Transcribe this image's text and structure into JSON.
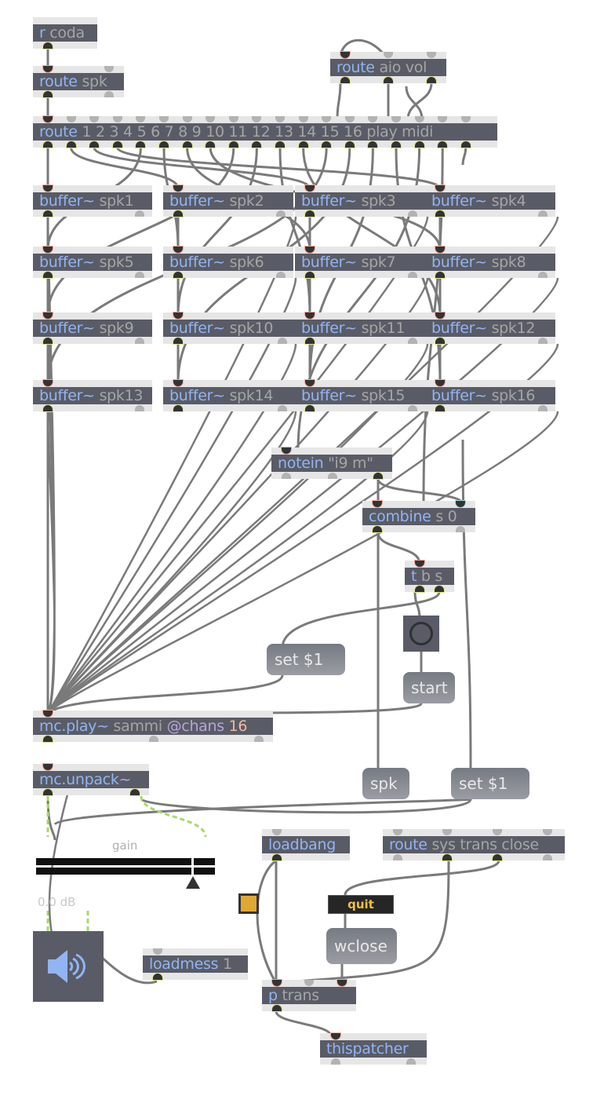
{
  "objects": {
    "r_coda": {
      "cls": "r",
      "args": "coda"
    },
    "route_spk": {
      "cls": "route",
      "args": "spk"
    },
    "route_aio": {
      "cls": "route",
      "args": "aio vol"
    },
    "route_main": {
      "cls": "route",
      "args": "1 2 3 4 5 6 7 8 9 10 11 12 13 14 15 16 play midi"
    },
    "buffers": [
      {
        "cls": "buffer~",
        "args": "spk1"
      },
      {
        "cls": "buffer~",
        "args": "spk2"
      },
      {
        "cls": "buffer~",
        "args": "spk3"
      },
      {
        "cls": "buffer~",
        "args": "spk4"
      },
      {
        "cls": "buffer~",
        "args": "spk5"
      },
      {
        "cls": "buffer~",
        "args": "spk6"
      },
      {
        "cls": "buffer~",
        "args": "spk7"
      },
      {
        "cls": "buffer~",
        "args": "spk8"
      },
      {
        "cls": "buffer~",
        "args": "spk9"
      },
      {
        "cls": "buffer~",
        "args": "spk10"
      },
      {
        "cls": "buffer~",
        "args": "spk11"
      },
      {
        "cls": "buffer~",
        "args": "spk12"
      },
      {
        "cls": "buffer~",
        "args": "spk13"
      },
      {
        "cls": "buffer~",
        "args": "spk14"
      },
      {
        "cls": "buffer~",
        "args": "spk15"
      },
      {
        "cls": "buffer~",
        "args": "spk16"
      }
    ],
    "notein": {
      "cls": "notein",
      "args": "\"i9 m\""
    },
    "combine": {
      "cls": "combine",
      "args": "s 0"
    },
    "trigger": {
      "cls": "t",
      "args": "b s"
    },
    "mcplay": {
      "cls": "mc.play~",
      "args": "sammi",
      "attr": "@chans",
      "attr_val": "16"
    },
    "mcunpack": {
      "cls": "mc.unpack~",
      "args": ""
    },
    "loadbang": {
      "cls": "loadbang",
      "args": ""
    },
    "route_sys": {
      "cls": "route",
      "args": "sys trans close"
    },
    "loadmess": {
      "cls": "loadmess",
      "args": "1"
    },
    "ptrans": {
      "cls": "p",
      "args": "trans"
    },
    "thispatcher": {
      "cls": "thispatcher",
      "args": ""
    }
  },
  "messages": {
    "set1_a": "set $1",
    "start": "start",
    "spk": "spk",
    "set1_b": "set $1",
    "wclose": "wclose"
  },
  "ui": {
    "quit_label": "quit",
    "gain_label": "gain",
    "gain_value": "0.0 dB",
    "gain_level_fraction": 0.93,
    "toggle_on": true,
    "dac_icon": "speaker-icon",
    "bang_icon": "bang-circle-icon"
  },
  "colors": {
    "object_body": "#595c66",
    "class_text": "#92b4f2",
    "arg_text": "#a5a5a5",
    "attr_text": "#b9a3d6",
    "attr_value_text": "#f2b8a0",
    "patch_cord": "#777777",
    "toggle_fill": "#e0a832",
    "quit_text": "#f0c040"
  }
}
